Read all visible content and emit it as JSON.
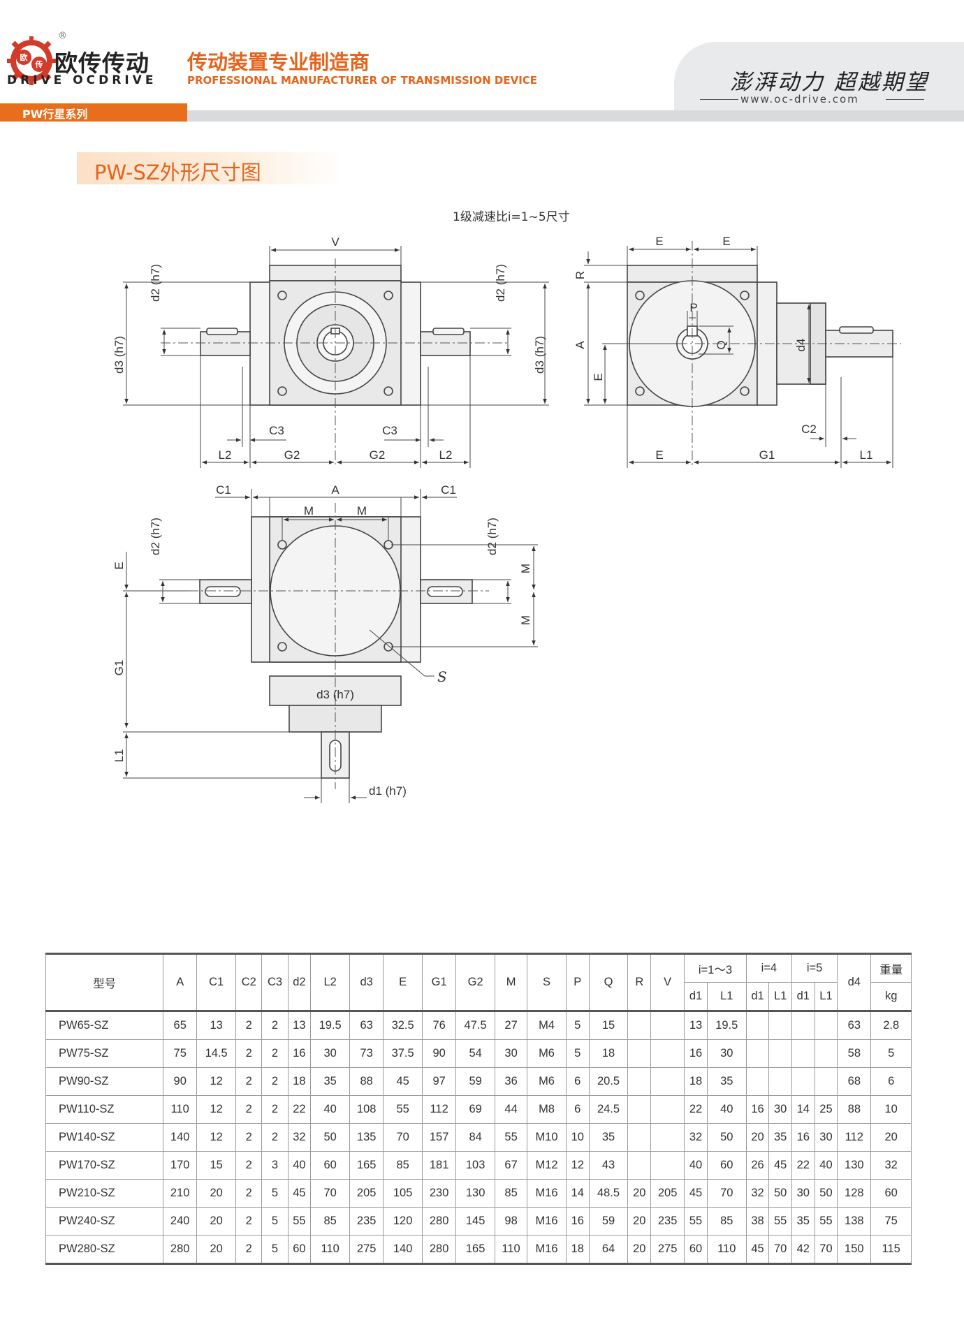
{
  "header": {
    "brand_cn": "欧传传动",
    "brand_en": "DRIVE OCDRIVE",
    "reg_mark": "®",
    "logo_chars": [
      "欧",
      "传"
    ],
    "tagline_cn": "传动装置专业制造商",
    "tagline_en": "PROFESSIONAL MANUFACTURER OF TRANSMISSION DEVICE",
    "slogan": "澎湃动力 超越期望",
    "website": "www.oc-drive.com",
    "series": "PW行星系列",
    "colors": {
      "accent": "#e3641c",
      "tab": "#e86e1c",
      "grey": "#e6e7e9"
    }
  },
  "section": {
    "title": "PW-SZ外形尺寸图",
    "subtitle": "1级减速比i=1~5尺寸"
  },
  "drawing": {
    "labels": {
      "V": "V",
      "E": "E",
      "R": "R",
      "A": "A",
      "P": "P",
      "Q": "Q",
      "d2": "d2 (h7)",
      "d3": "d3 (h7)",
      "d4": "d4",
      "d1": "d1 (h7)",
      "d3b": "d3 (h7)",
      "C1": "C1",
      "C2": "C2",
      "C3": "C3",
      "L1": "L1",
      "L2": "L2",
      "G1": "G1",
      "G2": "G2",
      "M": "M",
      "S": "S"
    }
  },
  "table": {
    "headers": [
      "型号",
      "A",
      "C1",
      "C2",
      "C3",
      "d2",
      "L2",
      "d3",
      "E",
      "G1",
      "G2",
      "M",
      "S",
      "P",
      "Q",
      "R",
      "V"
    ],
    "group_headers": [
      "i=1～3",
      "i=4",
      "i=5"
    ],
    "sub_headers": [
      "d1",
      "L1",
      "d1",
      "L1",
      "d1",
      "L1"
    ],
    "d4_header": "d4",
    "weight_header": "重量",
    "weight_unit": "kg",
    "rows": [
      [
        "PW65-SZ",
        "65",
        "13",
        "2",
        "2",
        "13",
        "19.5",
        "63",
        "32.5",
        "76",
        "47.5",
        "27",
        "M4",
        "5",
        "15",
        "",
        "",
        "13",
        "19.5",
        "",
        "",
        "",
        "",
        "63",
        "2.8"
      ],
      [
        "PW75-SZ",
        "75",
        "14.5",
        "2",
        "2",
        "16",
        "30",
        "73",
        "37.5",
        "90",
        "54",
        "30",
        "M6",
        "5",
        "18",
        "",
        "",
        "16",
        "30",
        "",
        "",
        "",
        "",
        "58",
        "5"
      ],
      [
        "PW90-SZ",
        "90",
        "12",
        "2",
        "2",
        "18",
        "35",
        "88",
        "45",
        "97",
        "59",
        "36",
        "M6",
        "6",
        "20.5",
        "",
        "",
        "18",
        "35",
        "",
        "",
        "",
        "",
        "68",
        "6"
      ],
      [
        "PW110-SZ",
        "110",
        "12",
        "2",
        "2",
        "22",
        "40",
        "108",
        "55",
        "112",
        "69",
        "44",
        "M8",
        "6",
        "24.5",
        "",
        "",
        "22",
        "40",
        "16",
        "30",
        "14",
        "25",
        "88",
        "10"
      ],
      [
        "PW140-SZ",
        "140",
        "12",
        "2",
        "2",
        "32",
        "50",
        "135",
        "70",
        "157",
        "84",
        "55",
        "M10",
        "10",
        "35",
        "",
        "",
        "32",
        "50",
        "20",
        "35",
        "16",
        "30",
        "112",
        "20"
      ],
      [
        "PW170-SZ",
        "170",
        "15",
        "2",
        "3",
        "40",
        "60",
        "165",
        "85",
        "181",
        "103",
        "67",
        "M12",
        "12",
        "43",
        "",
        "",
        "40",
        "60",
        "26",
        "45",
        "22",
        "40",
        "130",
        "32"
      ],
      [
        "PW210-SZ",
        "210",
        "20",
        "2",
        "5",
        "45",
        "70",
        "205",
        "105",
        "230",
        "130",
        "85",
        "M16",
        "14",
        "48.5",
        "20",
        "205",
        "45",
        "70",
        "32",
        "50",
        "30",
        "50",
        "128",
        "60"
      ],
      [
        "PW240-SZ",
        "240",
        "20",
        "2",
        "5",
        "55",
        "85",
        "235",
        "120",
        "280",
        "145",
        "98",
        "M16",
        "16",
        "59",
        "20",
        "235",
        "55",
        "85",
        "38",
        "55",
        "35",
        "55",
        "138",
        "75"
      ],
      [
        "PW280-SZ",
        "280",
        "20",
        "2",
        "5",
        "60",
        "110",
        "275",
        "140",
        "280",
        "165",
        "110",
        "M16",
        "18",
        "64",
        "20",
        "275",
        "60",
        "110",
        "45",
        "70",
        "42",
        "70",
        "150",
        "115"
      ]
    ]
  }
}
